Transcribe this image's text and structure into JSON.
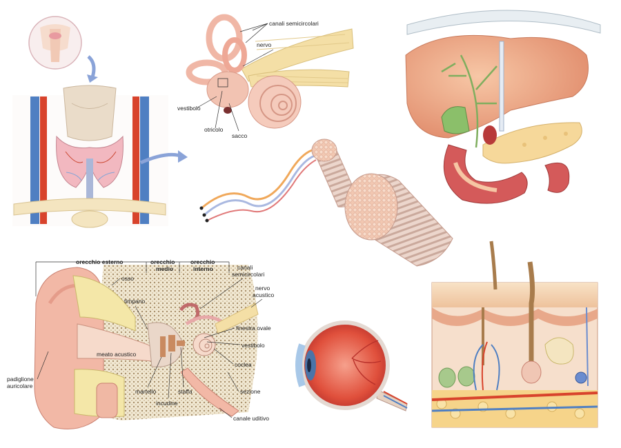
{
  "vestibular": {
    "canali_semicircolari": "canali semicircolari",
    "nervo": "nervo",
    "vestibolo": "vestibolo",
    "otricolo": "otricolo",
    "sacco": "sacco"
  },
  "ear": {
    "orecchio_esterno": "orecchio esterno",
    "orecchio_medio_1": "orecchio",
    "orecchio_medio_2": "medio",
    "orecchio_interno_1": "orecchio",
    "orecchio_interno_2": "interno",
    "canali_1": "canali",
    "canali_2": "semicircolari",
    "nervo_1": "nervo",
    "nervo_2": "acustico",
    "osso": "osso",
    "timpano": "timpano",
    "finestra_ovale": "finestra ovale",
    "vestibolo": "vestibolo",
    "meato_acustico": "meato acustico",
    "coclea": "coclea",
    "padiglione_1": "padiglione",
    "padiglione_2": "auricolare",
    "martello": "martello",
    "staffa": "staffa",
    "incudine": "incudine",
    "sezione": "sezione",
    "canale_uditivo": "canale uditivo"
  },
  "colors": {
    "cartilage": "#f3dcc6",
    "flesh": "#f2b8a6",
    "bone_yellow": "#f4e7a8",
    "artery_red": "#d8432c",
    "vein_blue": "#4f7fc2",
    "liver": "#e8a27e",
    "intestine_red": "#d45a5a",
    "pancreas": "#f6d89a",
    "gall_green": "#8bbf6a"
  }
}
